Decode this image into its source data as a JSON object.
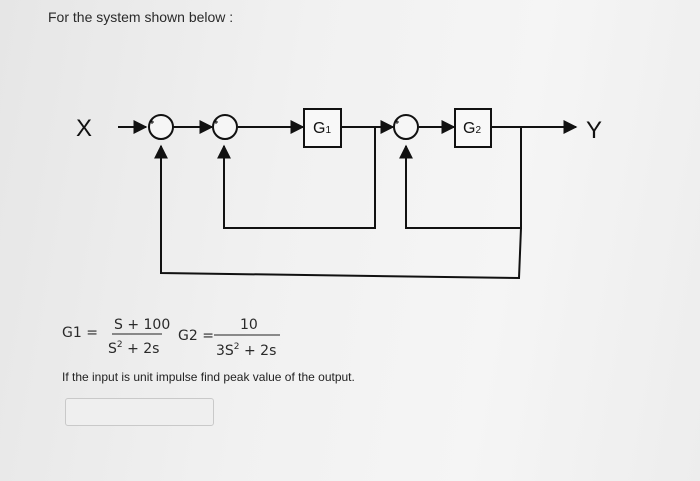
{
  "header": {
    "text": "For the system shown below :"
  },
  "diagram": {
    "input_label": "X",
    "output_label": "Y",
    "block1_label": "G",
    "block1_sub": "1",
    "block2_label": "G",
    "block2_sub": "2"
  },
  "equations": {
    "g1_label": "G1 =",
    "g1_numerator": "S + 100",
    "g1_denominator_base": "S",
    "g1_denominator_exp": "2",
    "g1_denominator_rest": " + 2s",
    "g2_label": "G2 =",
    "g2_numerator": "10",
    "g2_denominator_base": "3S",
    "g2_denominator_exp": "2",
    "g2_denominator_rest": " + 2s"
  },
  "question": {
    "text": "If the input is unit impulse find peak value of the output."
  },
  "answer": {
    "value": ""
  }
}
